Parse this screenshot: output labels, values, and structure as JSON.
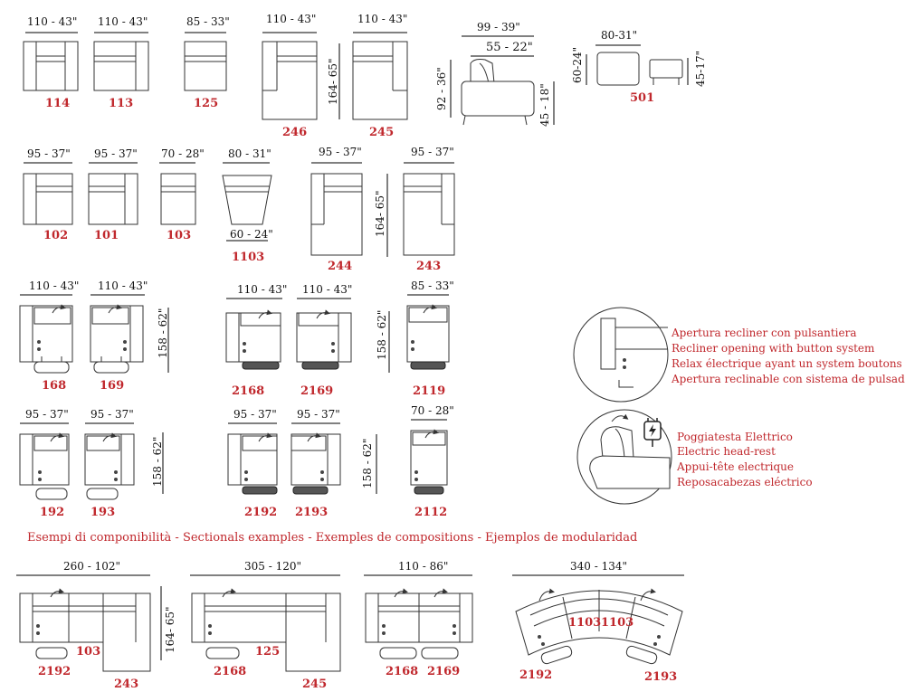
{
  "row1": {
    "dims": [
      "110 - 43\"",
      "110 - 43\"",
      "85 - 33\"",
      "110 - 43\"",
      "110 - 43\"",
      "99 - 39\"",
      "55 - 22\"",
      "80-31\""
    ],
    "vdims": [
      "164- 65\"",
      "92 - 36\"",
      "45 - 18\"",
      "60-24\"",
      "45-17\""
    ],
    "codes": [
      "114",
      "113",
      "125",
      "246",
      "245",
      "501"
    ]
  },
  "row2": {
    "dims": [
      "95 - 37\"",
      "95 - 37\"",
      "70 - 28\"",
      "80 - 31\"",
      "60 - 24\"",
      "95 - 37\"",
      "95 - 37\""
    ],
    "vdims": [
      "164- 65\""
    ],
    "codes": [
      "102",
      "101",
      "103",
      "1103",
      "244",
      "243"
    ]
  },
  "row3": {
    "dims": [
      "110 - 43\"",
      "110 - 43\"",
      "110 - 43\"",
      "110 - 43\"",
      "85 - 33\""
    ],
    "vdims": [
      "158 - 62\"",
      "158 - 62\""
    ],
    "codes": [
      "168",
      "169",
      "2168",
      "2169",
      "2119"
    ]
  },
  "row4": {
    "dims": [
      "95 - 37\"",
      "95 - 37\"",
      "95 - 37\"",
      "95 - 37\"",
      "70 - 28\""
    ],
    "vdims": [
      "158 - 62\"",
      "158 - 62\""
    ],
    "codes": [
      "192",
      "193",
      "2192",
      "2193",
      "2112"
    ]
  },
  "legend": {
    "recliner": [
      "Apertura recliner con pulsantiera",
      "Recliner opening with button system",
      "Relax électrique ayant un system boutons",
      "Apertura reclinable con sistema de pulsadores"
    ],
    "headrest": [
      "Poggiatesta Elettrico",
      "Electric  head-rest",
      "Appui-tête  electrique",
      "Reposacabezas eléctrico"
    ]
  },
  "sectionals": {
    "title": "Esempi di componibilità  -  Sectionals examples - Exemples de compositions - Ejemplos de modularidad",
    "dims": [
      "260 - 102\"",
      "305 - 120\"",
      "110 - 86\"",
      "340 - 134\""
    ],
    "vdims": [
      "164- 65\""
    ],
    "codes": [
      "2192",
      "103",
      "243",
      "2168",
      "125",
      "245",
      "2168",
      "2169",
      "1103",
      "1103",
      "2192",
      "2193"
    ]
  },
  "colors": {
    "code_red": "#c0282d",
    "line": "#333333"
  }
}
